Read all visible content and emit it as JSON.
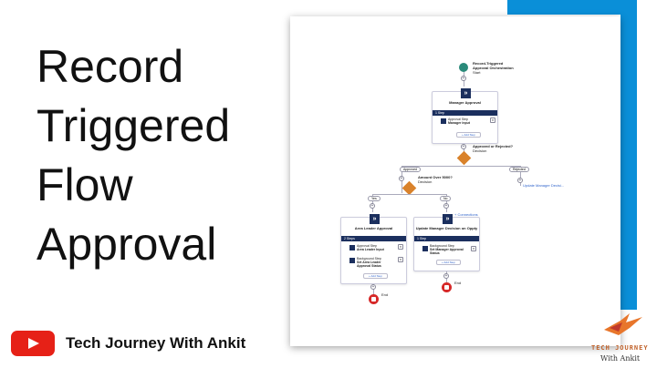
{
  "headline": [
    "Record",
    "Triggered",
    "Flow",
    "Approval"
  ],
  "channel": {
    "name": "Tech Journey With Ankit",
    "icon": "youtube-icon"
  },
  "logo": {
    "line1": "TECH JOURNEY",
    "line2": "With Ankit",
    "icon": "hummingbird-logo"
  },
  "colors": {
    "accent_blue": "#0a8fd8",
    "navy": "#1b2f5e",
    "decision": "#d9822b",
    "end": "#d62828",
    "start": "#2a8a7a"
  },
  "flow": {
    "start": {
      "title": "Record-Triggered Approval Orchestration",
      "sub": "Start"
    },
    "manager_stage": {
      "title": "Manager Approval",
      "steps_label": "1 Step",
      "step_type": "Approval Step",
      "step_name": "Manager Input",
      "add_step": "+ Add Step"
    },
    "decision1": {
      "title": "Approved or Rejected?",
      "sub": "Decision",
      "left": "Approved",
      "right": "Rejected",
      "right_link": "Update Manager Decisi..."
    },
    "decision2": {
      "title": "Amount Over 5000?",
      "sub": "Decision",
      "left": "Yes",
      "right": "No"
    },
    "area_stage": {
      "title": "Area Leader Approval",
      "steps_label": "2 Steps",
      "step1_type": "Approval Step",
      "step1_name": "Area Leader Input",
      "step2_type": "Background Step",
      "step2_name": "Set Area Leader Approval Status",
      "add_step": "+ Add Step"
    },
    "update_stage": {
      "connector": "+ Connections",
      "title": "Update Manager Decision on Oppty",
      "steps_label": "1 Step",
      "step_type": "Background Step",
      "step_name": "Set Manager Approval Status",
      "add_step": "+ Add Step"
    },
    "end_label": "End"
  }
}
